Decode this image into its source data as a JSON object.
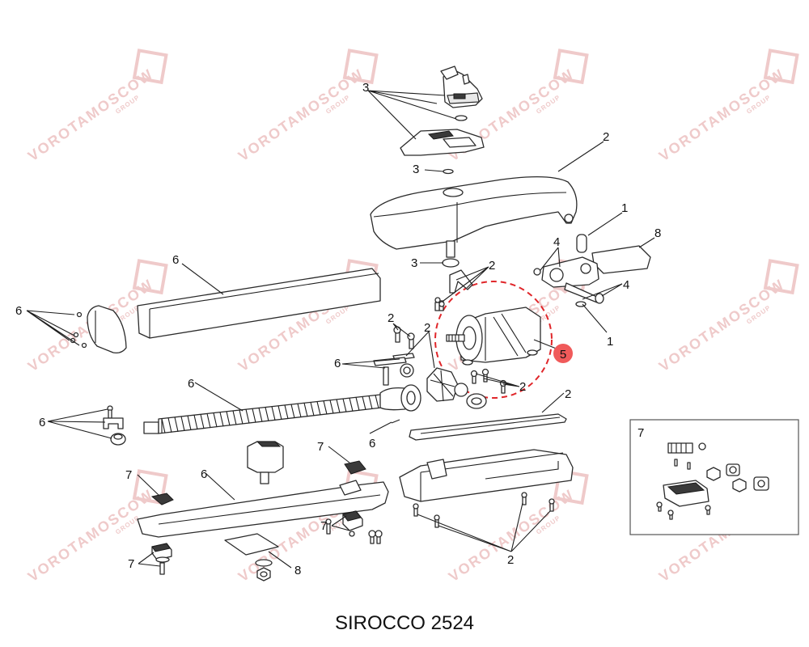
{
  "title": "SIROCCO 2524",
  "watermark": {
    "text": "VOROTAMOSCOW",
    "subtext": "GROUP",
    "color": "#efcaca"
  },
  "highlight": {
    "callout": "5",
    "color": "#e0262a",
    "badge_color": "#f05a5a"
  },
  "inset": {
    "label": "7"
  },
  "callouts": {
    "c3_top": "3",
    "c3_mid": "3",
    "c3_post": "3",
    "c2_cover": "2",
    "c1_pin": "1",
    "c8_plate": "8",
    "c4_top": "4",
    "c4_bottom": "4",
    "c1_washer": "1",
    "c6_cover": "6",
    "c6_cap": "6",
    "c2_bracket": "2",
    "c2_screws": "2",
    "c2_gear": "2",
    "c6_shaft": "6",
    "c2_motor_screws": "2",
    "c2_gasket": "2",
    "c6_screw": "6",
    "c6_nuts": "6",
    "c6_pin": "6",
    "c6_arm": "6",
    "c7_left": "7",
    "c7_mid": "7",
    "c7_boot": "7",
    "c7_pad": "7",
    "c8_bottom": "8",
    "c2_base": "2"
  },
  "colors": {
    "line": "#2b2b2b",
    "label": "#111111",
    "inset_border": "#555555"
  }
}
